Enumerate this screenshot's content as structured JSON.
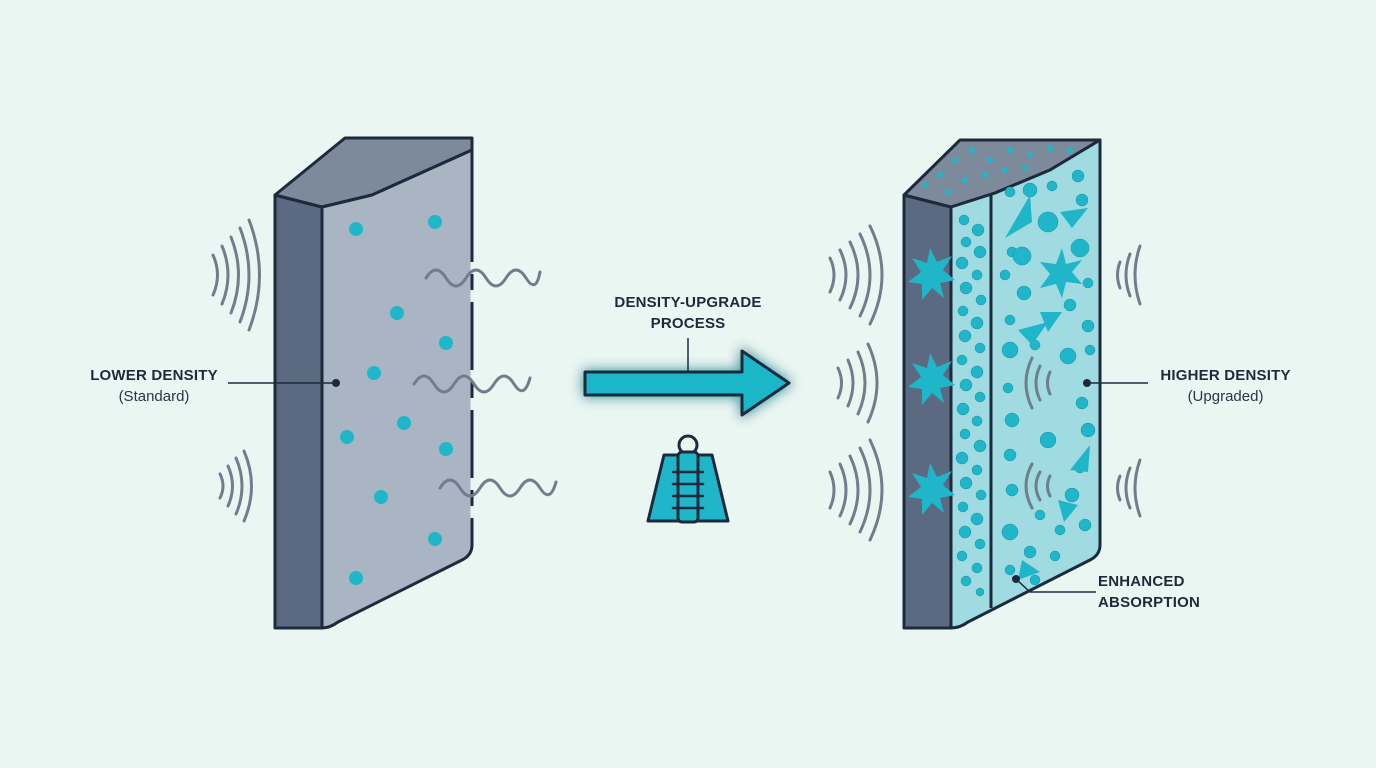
{
  "labels": {
    "lower": {
      "title": "LOWER DENSITY",
      "subtitle": "(Standard)"
    },
    "higher": {
      "title": "HIGHER DENSITY",
      "subtitle": "(Upgraded)"
    },
    "process": {
      "line1": "DENSITY-UPGRADE",
      "line2": "PROCESS"
    },
    "absorption": {
      "line1": "ENHANCED",
      "line2": "ABSORPTION"
    }
  },
  "icons": {
    "arrow": "right-arrow-icon",
    "weight": "weight-icon",
    "sound": "sound-wave-icon"
  },
  "colors": {
    "background": "#eaf6f2",
    "panel_face": "#a9b5c3",
    "panel_side": "#5b6a80",
    "panel_top": "#7d8a9c",
    "outline": "#1d2a3d",
    "accent": "#1fb6c9",
    "accent_light": "#8fd8dc",
    "wave": "#6f7d8d"
  }
}
